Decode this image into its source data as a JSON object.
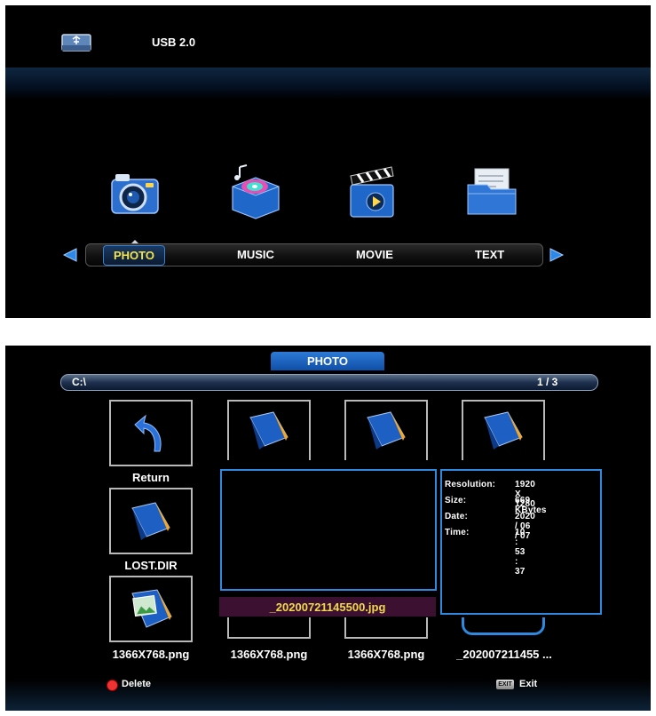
{
  "top_menu": {
    "usb_label": "USB 2.0",
    "items": [
      {
        "label": "PHOTO",
        "icon": "camera-icon",
        "selected": true
      },
      {
        "label": "MUSIC",
        "icon": "music-box-icon",
        "selected": false
      },
      {
        "label": "MOVIE",
        "icon": "clapperboard-icon",
        "selected": false
      },
      {
        "label": "TEXT",
        "icon": "folder-document-icon",
        "selected": false
      }
    ]
  },
  "browser": {
    "title": "PHOTO",
    "path": "C:\\",
    "page": "1 / 3",
    "tiles": [
      {
        "caption": "Return",
        "icon": "return-arrow-icon"
      },
      {
        "caption": "",
        "icon": "folder-icon"
      },
      {
        "caption": "",
        "icon": "folder-icon"
      },
      {
        "caption": "",
        "icon": "folder-icon"
      },
      {
        "caption": "LOST.DIR",
        "icon": "folder-icon"
      },
      {
        "caption": "1366X768.png",
        "icon": "photo-folder-icon"
      },
      {
        "caption": "1366X768.png",
        "icon": "photo-folder-icon"
      },
      {
        "caption": "1366X768.png",
        "icon": "photo-folder-icon"
      },
      {
        "caption": "_202007211455 ...",
        "icon": "photo-folder-icon"
      }
    ],
    "selected_file": "_20200721145500.jpg",
    "info": [
      {
        "label": "Resolution:",
        "value": "1920 X 1280"
      },
      {
        "label": "Size:",
        "value": "669 KBytes"
      },
      {
        "label": "Date:",
        "value": "2020 / 06 / 07"
      },
      {
        "label": "Time:",
        "value": "10 : 53 : 37"
      }
    ],
    "footer": {
      "delete_label": "Delete",
      "exit_key": "EXIT",
      "exit_label": "Exit"
    }
  },
  "colors": {
    "accent": "#2d8ae0",
    "selected_text": "#f4e34a",
    "filename_bg": "#3b1030"
  }
}
